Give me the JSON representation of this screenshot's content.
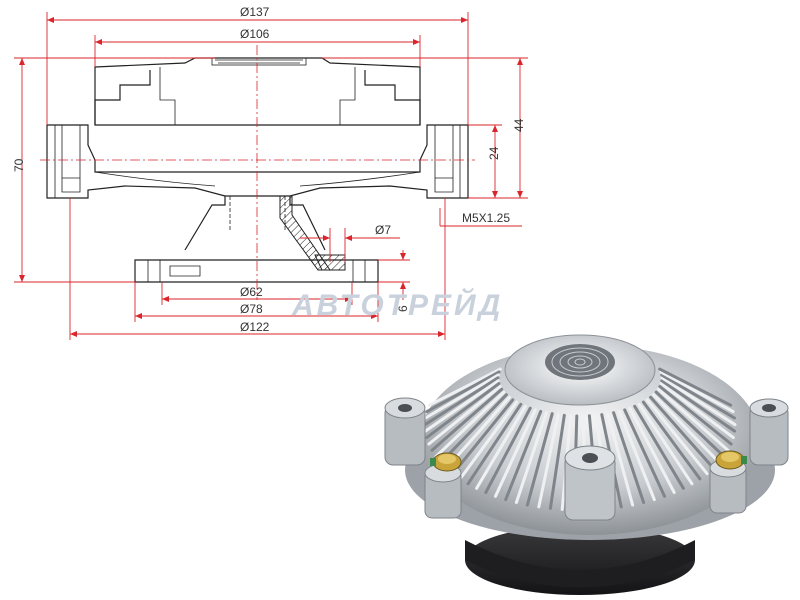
{
  "dimensions": {
    "d137": "Ø137",
    "d106": "Ø106",
    "h70": "70",
    "h44": "44",
    "h24": "24",
    "thread": "M5X1.25",
    "d7": "Ø7",
    "d62": "Ø62",
    "d78": "Ø78",
    "t6": "6",
    "d122": "Ø122"
  },
  "watermark": "АВТОТРЕЙД",
  "colors": {
    "dimension_line": "#d9252b",
    "outline": "#222222",
    "watermark": "#c9d2dc",
    "aluminium": "#c8ccd0",
    "rubber_base": "#2a2a2c"
  }
}
